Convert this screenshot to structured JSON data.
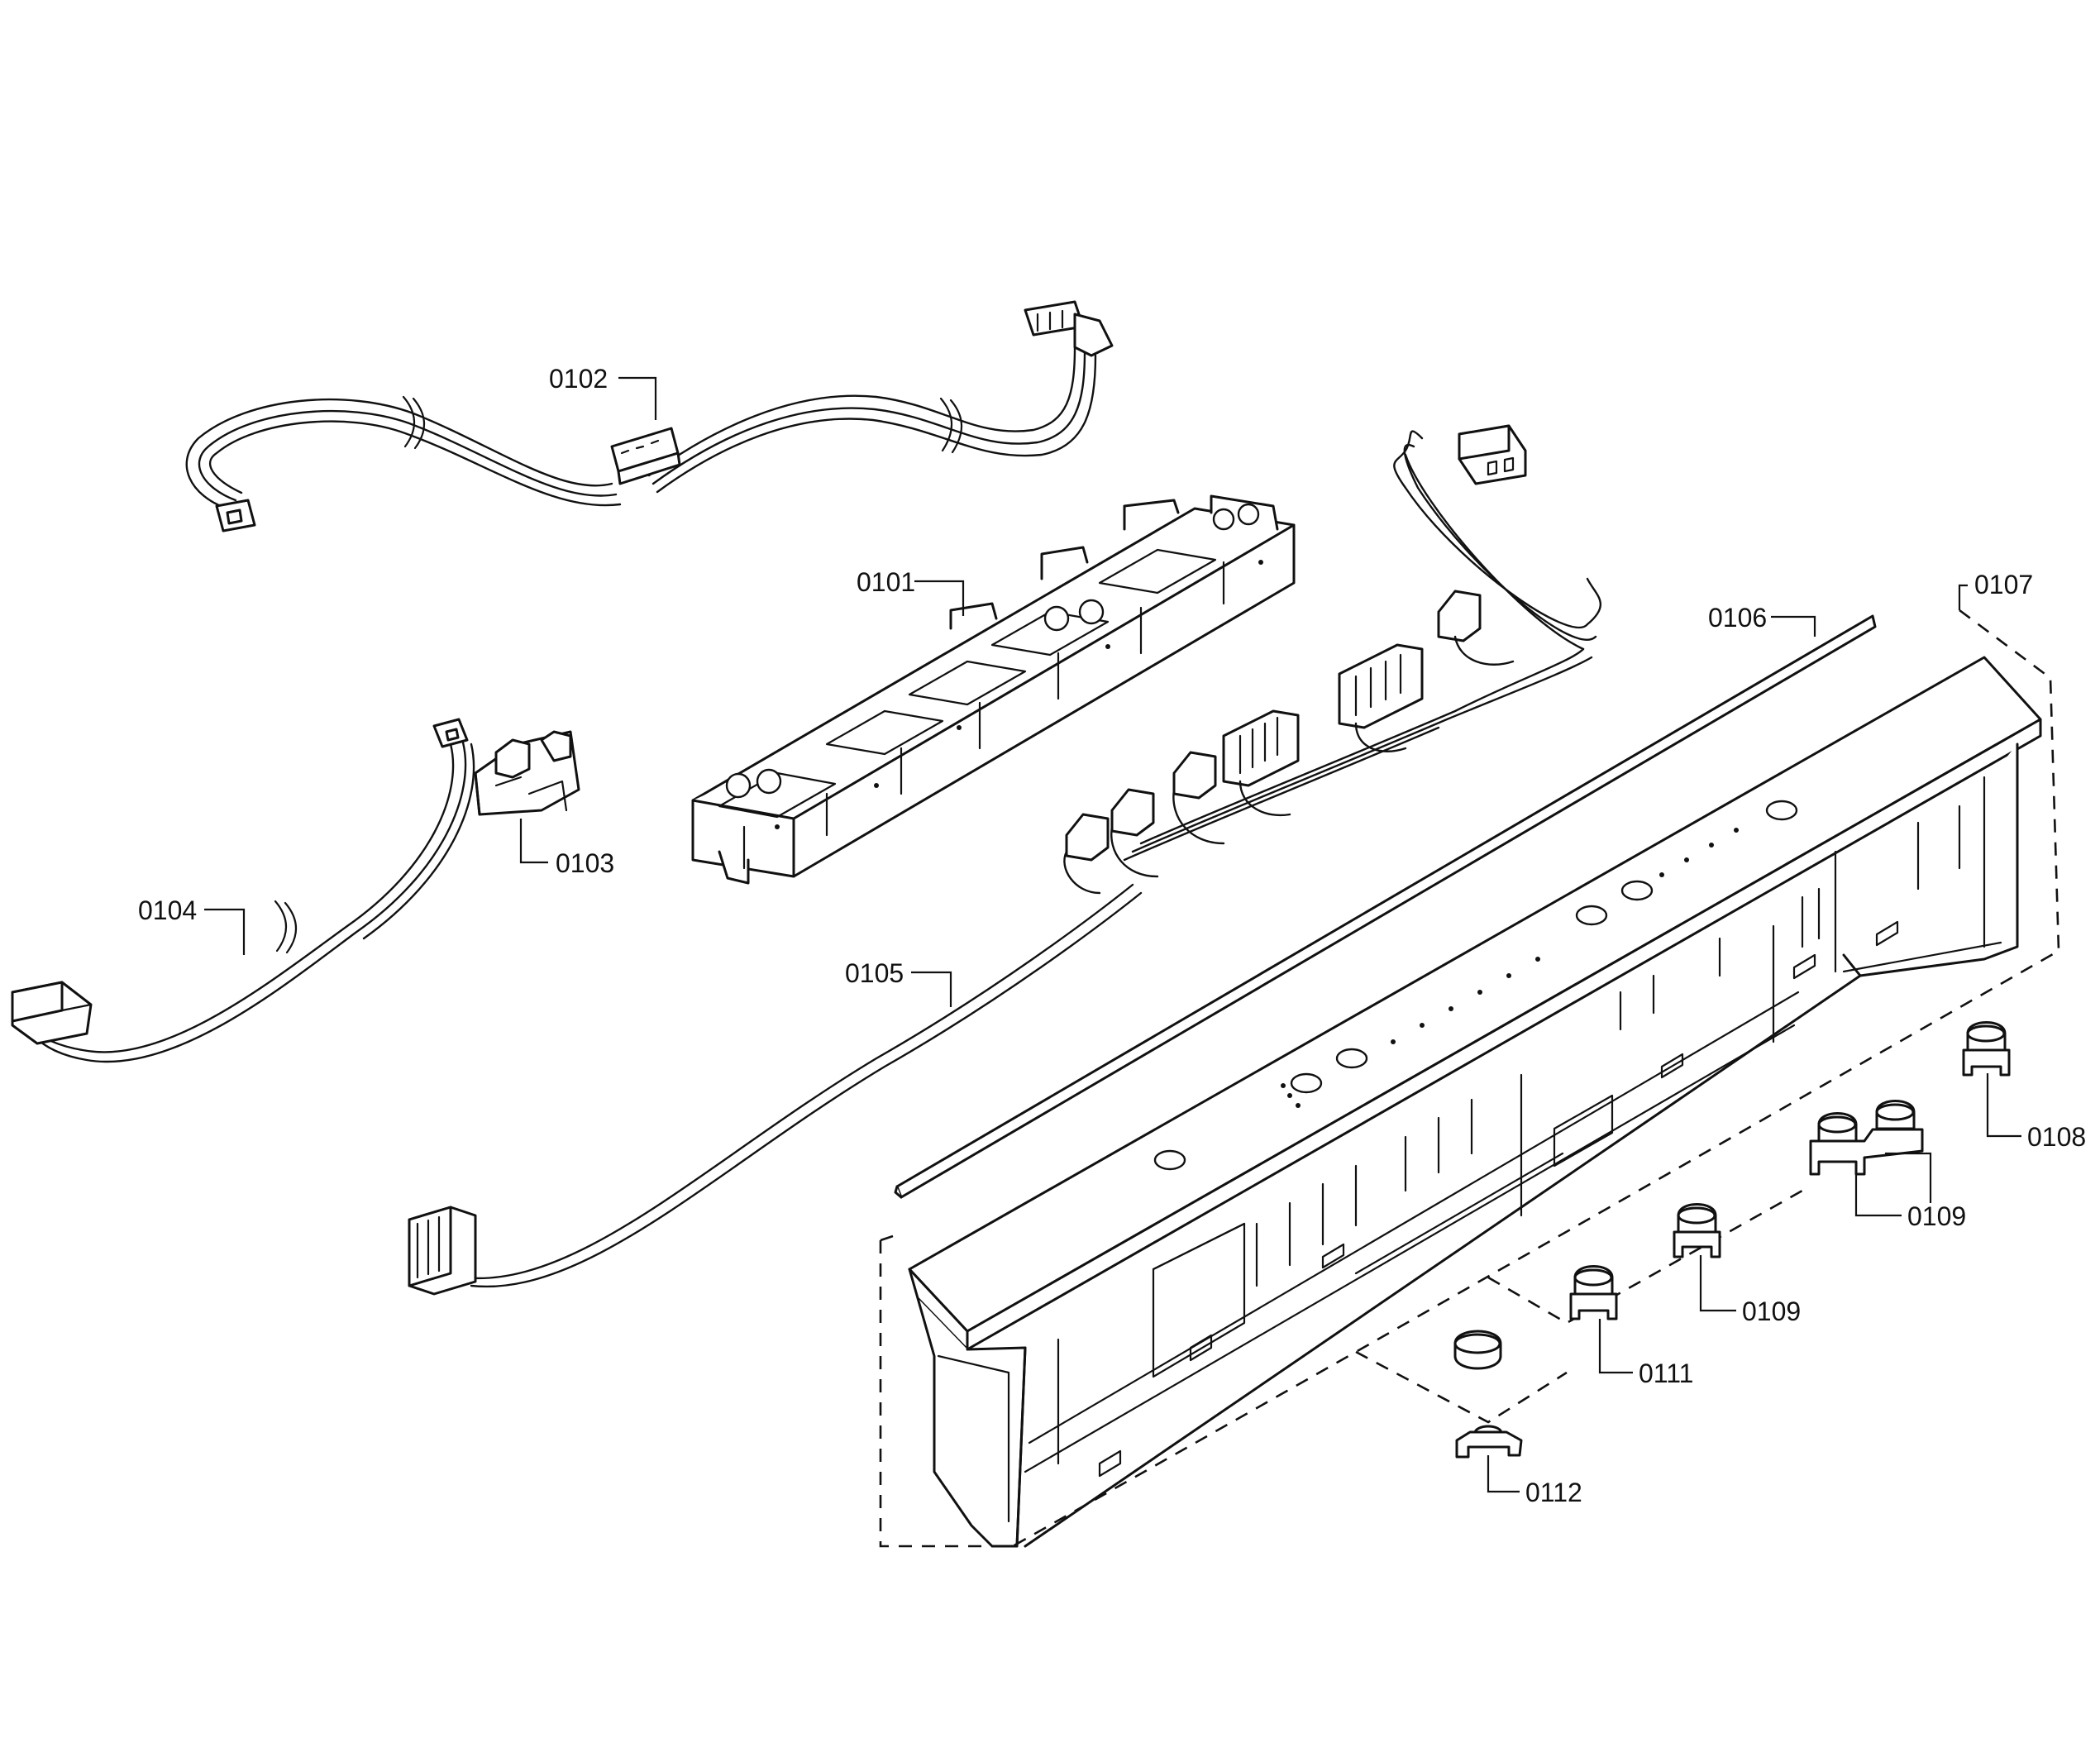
{
  "parts": [
    {
      "id": "p0101",
      "label": "0101"
    },
    {
      "id": "p0102",
      "label": "0102"
    },
    {
      "id": "p0103",
      "label": "0103"
    },
    {
      "id": "p0104",
      "label": "0104"
    },
    {
      "id": "p0105",
      "label": "0105"
    },
    {
      "id": "p0106",
      "label": "0106"
    },
    {
      "id": "p0107",
      "label": "0107"
    },
    {
      "id": "p0108",
      "label": "0108"
    },
    {
      "id": "p0109a",
      "label": "0109"
    },
    {
      "id": "p0109b",
      "label": "0109"
    },
    {
      "id": "p0111",
      "label": "0111"
    },
    {
      "id": "p0112",
      "label": "0112"
    }
  ]
}
